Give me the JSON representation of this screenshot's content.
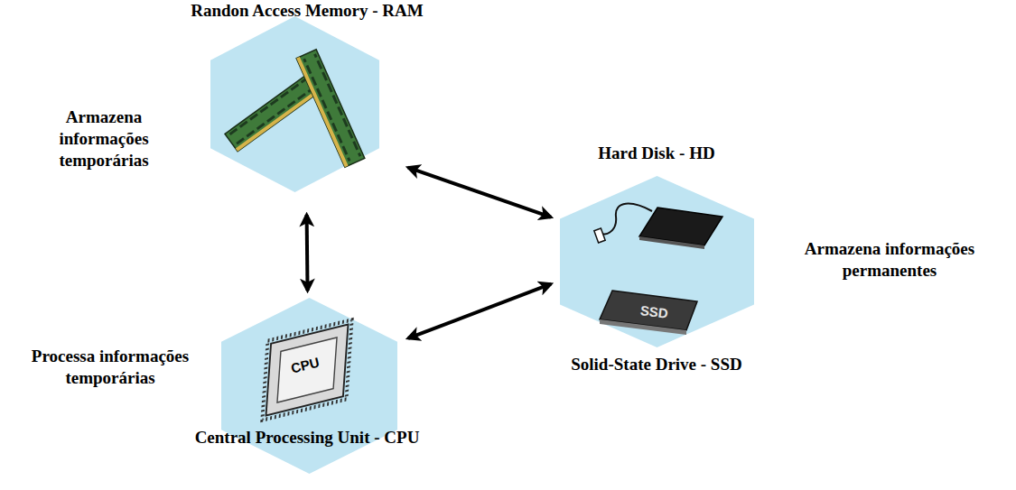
{
  "diagram": {
    "nodes": [
      {
        "text": [
          "Randon Access Memory - RAM",
          "Armazena informações temporárias"
        ]
      },
      {
        "text": [
          "Hard Disk - HD",
          "Solid-State Drive - SSD",
          "Armazena informações permanentes"
        ]
      },
      {
        "text": [
          "Processa informações temporárias",
          "Central Processing Unit - CPU"
        ]
      }
    ],
    "edges": [
      {
        "from": 0,
        "to": 1,
        "arrow": "both"
      },
      {
        "from": 0,
        "to": 2,
        "arrow": "both"
      },
      {
        "from": 2,
        "to": 1,
        "arrow": "both"
      }
    ],
    "labels": [
      "CPU",
      "SSD"
    ]
  }
}
